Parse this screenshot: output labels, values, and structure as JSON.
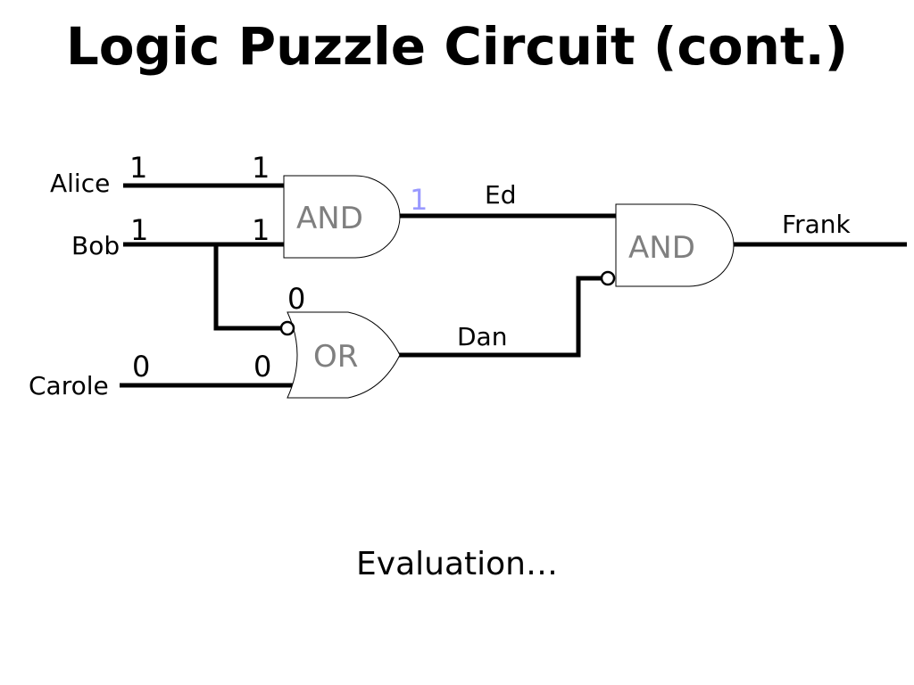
{
  "title": "Logic Puzzle Circuit (cont.)",
  "caption": "Evaluation…",
  "inputs": {
    "alice": "Alice",
    "bob": "Bob",
    "carole": "Carole"
  },
  "wires": {
    "ed": "Ed",
    "dan": "Dan",
    "frank": "Frank"
  },
  "gates": {
    "and1": "AND",
    "or1": "OR",
    "and2": "AND"
  },
  "values": {
    "alice_in": "1",
    "alice_gate": "1",
    "bob_in": "1",
    "bob_gate": "1",
    "or_top": "0",
    "carole_in": "0",
    "carole_gate": "0",
    "ed_out": "1"
  },
  "colors": {
    "highlight_value": "#9999ff",
    "gate_label": "#7f7f7f"
  }
}
